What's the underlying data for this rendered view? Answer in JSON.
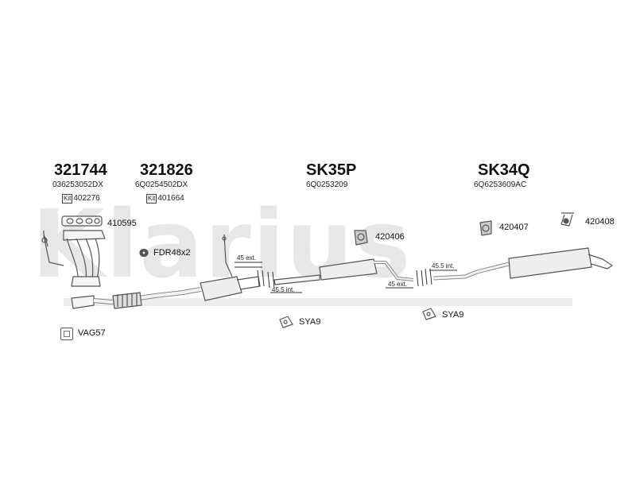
{
  "watermark": "Klarius",
  "groups": [
    {
      "part_no": "321744",
      "oe_ref": "036253052DX",
      "kit_ref": "402276"
    },
    {
      "part_no": "321826",
      "oe_ref": "6Q0254502DX",
      "kit_ref": "401664"
    },
    {
      "part_no": "SK35P",
      "oe_ref": "6Q0253209"
    },
    {
      "part_no": "SK34Q",
      "oe_ref": "6Q6253609AC"
    }
  ],
  "kit_badge": "Kit",
  "labels": {
    "gasket_manifold": "410595",
    "clamp_front": "FDR48x2",
    "mount_mid": "420406",
    "mount_rear1": "420407",
    "mount_rear2": "420408",
    "mount_a": "SYA9",
    "mount_b": "SYA9",
    "sealant": "VAG57"
  },
  "dimensions": {
    "d1": "45 ext.",
    "d2": "45.5 int.",
    "d3": "45.5 int.",
    "d4": "45 ext."
  }
}
